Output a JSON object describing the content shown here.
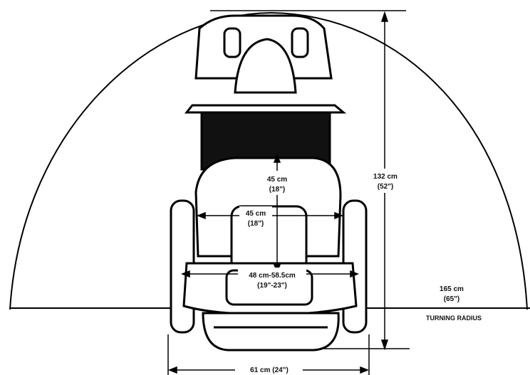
{
  "dimensions": {
    "seat_depth": {
      "value": "45 cm",
      "imperial": "(18\")"
    },
    "seat_width": {
      "value": "45 cm",
      "imperial": "(18\")"
    },
    "seat_range": {
      "value": "48 cm-58.5cm",
      "imperial": "(19\"-23\")"
    },
    "overall_length": {
      "value": "132 cm",
      "imperial": "(52\")"
    },
    "turning_radius": {
      "value": "165 cm",
      "imperial": "(65\")",
      "caption": "TURNING RADIUS"
    },
    "overall_width": {
      "value": "61 cm (24\")"
    }
  }
}
